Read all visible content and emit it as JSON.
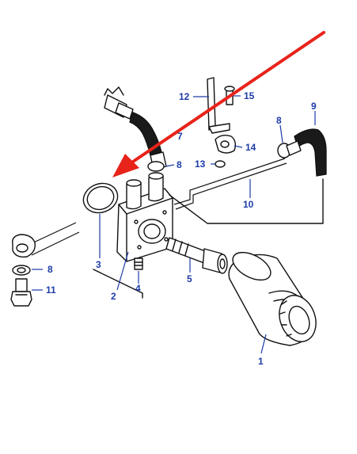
{
  "callouts": {
    "c1": "1",
    "c2": "2",
    "c3": "3",
    "c4": "4",
    "c5": "5",
    "c7": "7",
    "c8a": "8",
    "c8b": "8",
    "c8c": "8",
    "c9": "9",
    "c10": "10",
    "c11": "11",
    "c12": "12",
    "c13": "13",
    "c14": "14",
    "c15": "15"
  },
  "colors": {
    "highlight_arrow": "#e8231a",
    "callout_text": "#1d3ca8",
    "line_art": "#111111"
  }
}
